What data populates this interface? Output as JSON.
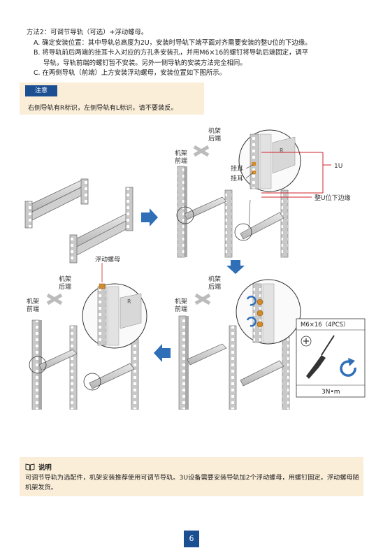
{
  "intro": {
    "method_title": "方法2：可调节导轨（可选）+浮动螺母。",
    "step_a": "A. 确定安装位置：其中导轨总高度为2U，安装时导轨下端平面对齐需要安装的整U位的下边缘。",
    "step_b_line1": "B. 将导轨前后两端的挂耳卡入对应的方孔条安装孔，并用M6×16的螺钉将导轨后端固定，调平",
    "step_b_line2": "导轨，导轨前端的螺钉暂不安装。另外一侧导轨的安装方法完全相同。",
    "step_c": "C. 在两侧导轨（前端）上方安装浮动螺母，安装位置如下图所示。"
  },
  "notice": {
    "tag": "注意",
    "text": "右侧导轨有R标识，左侧导轨有L标识，请不要装反。"
  },
  "figure": {
    "rack_rear_1": "机架",
    "rack_rear_2": "后端",
    "rack_front_1": "机架",
    "rack_front_2": "前端",
    "hanging_ear": "挂耳",
    "unit_label": "1U",
    "u_bottom_edge": "整U位下边缘",
    "floating_nut": "浮动螺母",
    "screw_spec": "M6×16（4PCS）",
    "torque": "3N•m",
    "rail_mark": "R"
  },
  "description": {
    "title": "说明",
    "text": "可调节导轨为选配件，机架安装推荐使用可调节导轨。3U设备需要安装导轨加2个浮动螺母，用螺钉固定。浮动螺母随机架发货。"
  },
  "page_number": "6",
  "colors": {
    "accent_blue": "#1b4f92",
    "note_background": "#fbeed9",
    "callout_red": "#d2232a",
    "arrow_blue": "#2f6fb8"
  }
}
